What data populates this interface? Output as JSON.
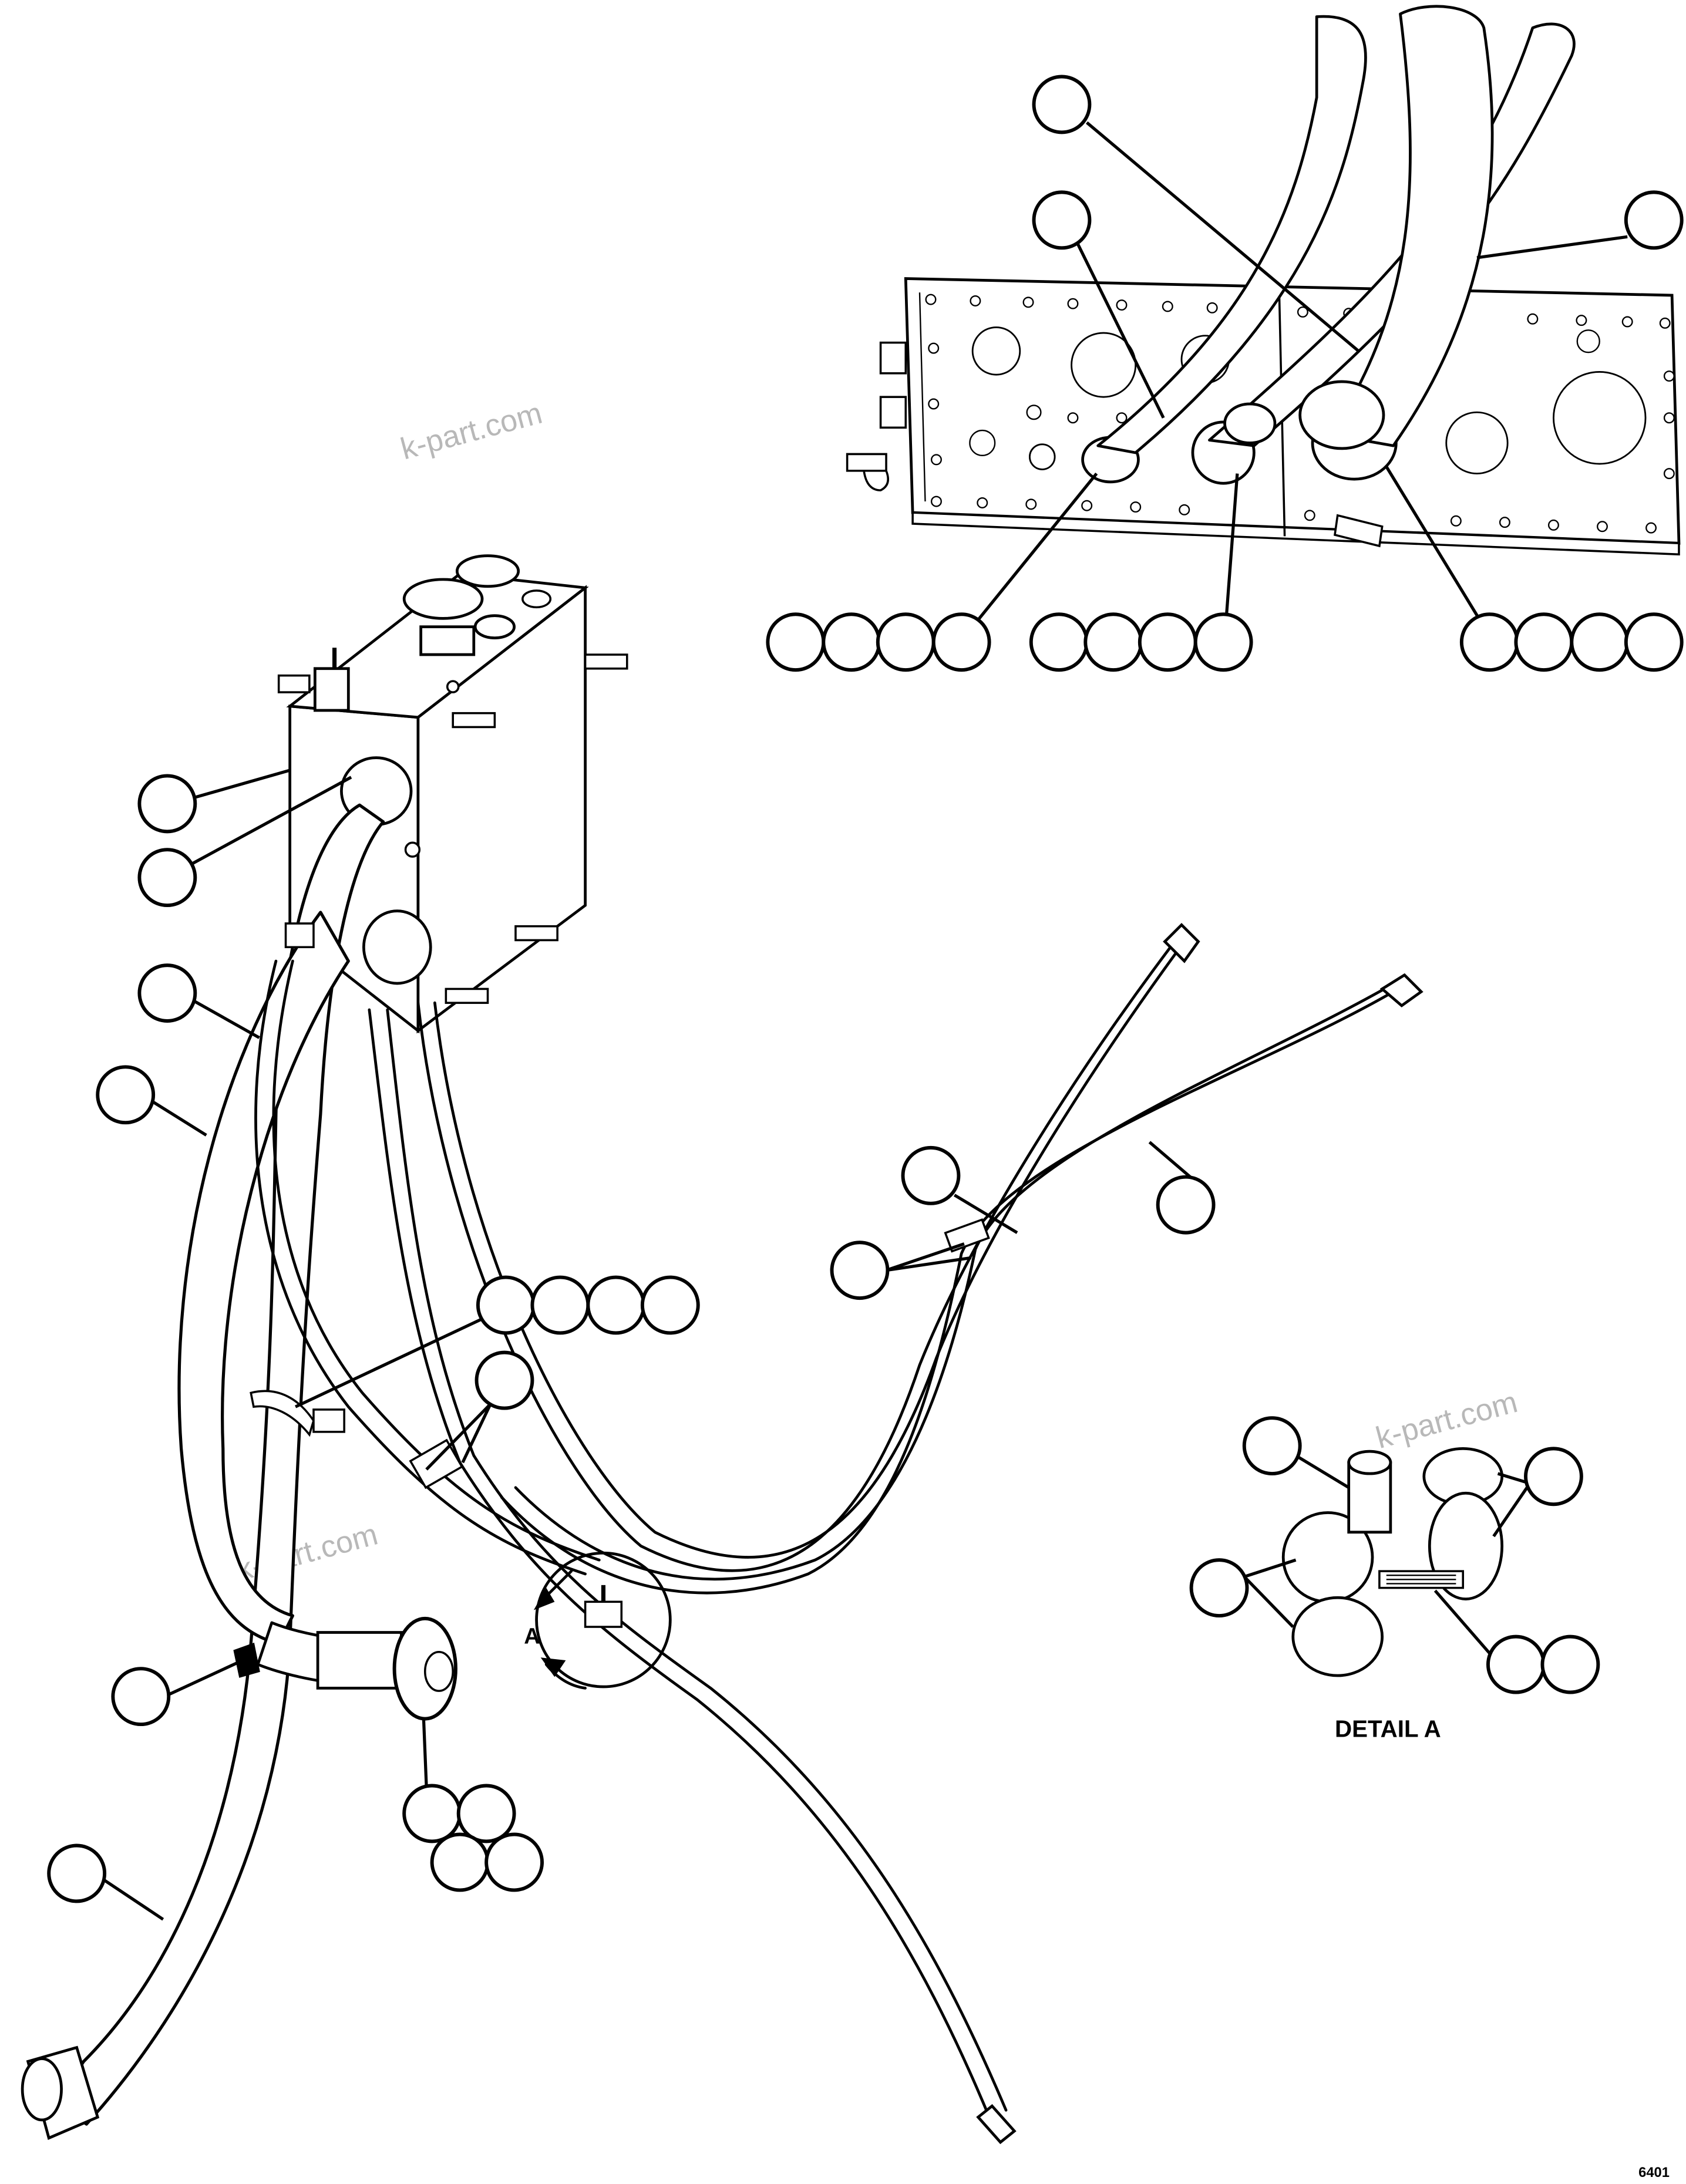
{
  "labels": {
    "view_letter": "A",
    "detail_caption": "DETAIL A",
    "drawing_code": "6401"
  },
  "watermark": "k-part.com",
  "colors": {
    "ink": "#000000",
    "paper": "#ffffff",
    "watermark": "#b8b8b8"
  },
  "bubble_groups": [
    {
      "name": "callout-top-1",
      "count": 1
    },
    {
      "name": "callout-top-2",
      "count": 1
    },
    {
      "name": "callout-top-right",
      "count": 1
    },
    {
      "name": "callout-manifold-a",
      "count": 4
    },
    {
      "name": "callout-manifold-b",
      "count": 4
    },
    {
      "name": "callout-manifold-c",
      "count": 4
    },
    {
      "name": "callout-valve-1",
      "count": 1
    },
    {
      "name": "callout-valve-2",
      "count": 1
    },
    {
      "name": "callout-hose-1",
      "count": 1
    },
    {
      "name": "callout-hose-2",
      "count": 1
    },
    {
      "name": "callout-hose-3",
      "count": 1
    },
    {
      "name": "callout-hose-4",
      "count": 1
    },
    {
      "name": "callout-clamp",
      "count": 1
    },
    {
      "name": "callout-clamp-group",
      "count": 4
    },
    {
      "name": "callout-clip",
      "count": 1
    },
    {
      "name": "callout-strap",
      "count": 1
    },
    {
      "name": "callout-flange",
      "count": 4
    },
    {
      "name": "callout-hose-lower",
      "count": 1
    },
    {
      "name": "callout-detail-1",
      "count": 1
    },
    {
      "name": "callout-detail-2",
      "count": 1
    },
    {
      "name": "callout-detail-3",
      "count": 1
    },
    {
      "name": "callout-detail-4",
      "count": 2
    }
  ]
}
